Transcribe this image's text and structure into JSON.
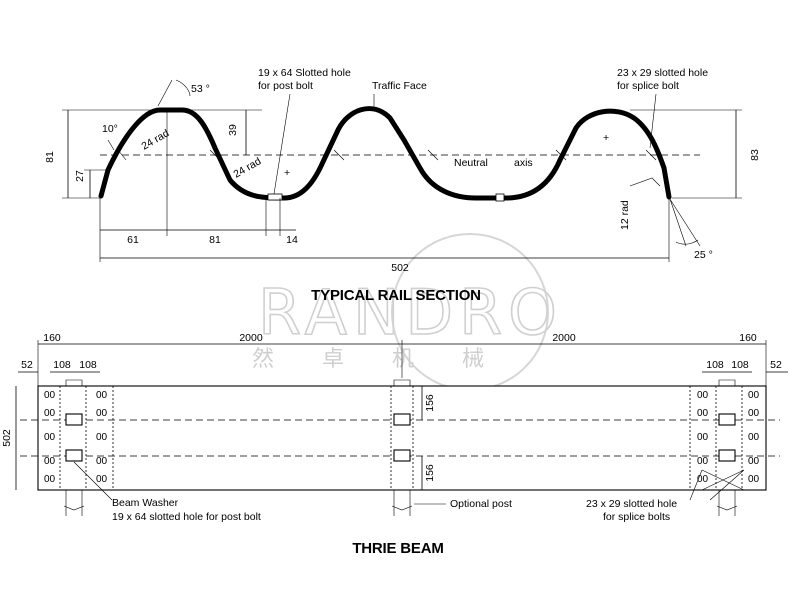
{
  "rail_section": {
    "title": "TYPICAL RAIL SECTION",
    "slot_post_label": [
      "19 x 64 Slotted hole",
      "for post bolt"
    ],
    "traffic_face": "Traffic Face",
    "slot_splice_label": [
      "23 x 29 slotted hole",
      "for splice bolt"
    ],
    "neutral": "Neutral",
    "axis": "axis",
    "plus": "+",
    "angle_53": "53 °",
    "angle_10": "10°",
    "angle_25": "25 °",
    "rad_24_a": "24 rad",
    "rad_24_b": "24 rad",
    "rad_12": "12 rad",
    "dim_81_left": "81",
    "dim_27": "27",
    "dim_39": "39",
    "dim_83": "83",
    "dim_61": "61",
    "dim_81_bottom": "81",
    "dim_14": "14",
    "dim_502": "502"
  },
  "thrie_beam": {
    "title": "THRIE BEAM",
    "dim_160_left": "160",
    "dim_2000_left": "2000",
    "dim_2000_right": "2000",
    "dim_160_right": "160",
    "dim_52_left": "52",
    "dim_108_l1": "108",
    "dim_108_l2": "108",
    "dim_108_r1": "108",
    "dim_108_r2": "108",
    "dim_52_right": "52",
    "dim_502": "502",
    "dim_156_top": "156",
    "dim_156_bottom": "156",
    "beam_washer": "Beam Washer",
    "slot_post": "19 x 64 slotted hole for post bolt",
    "optional_post": "Optional post",
    "splice_label": [
      "23 x 29 slotted hole",
      "for splice bolts"
    ],
    "hole_glyph": "00"
  },
  "watermark": {
    "latin": "RANDRO",
    "cjk": [
      "然",
      "卓",
      "机",
      "械"
    ]
  }
}
